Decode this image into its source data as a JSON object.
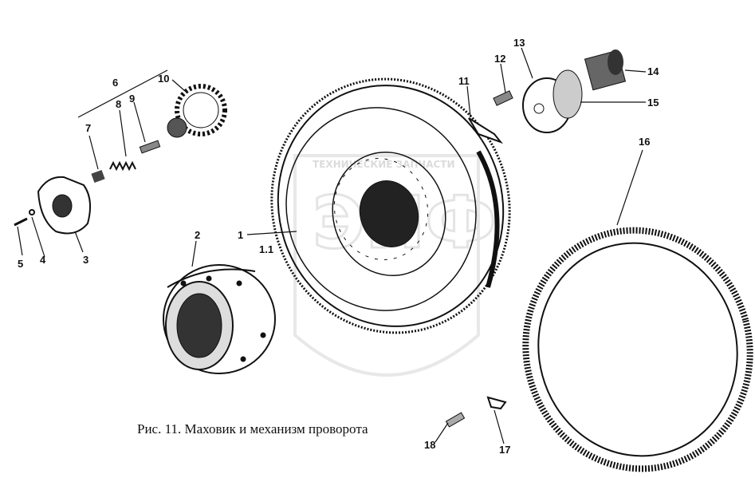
{
  "caption": "Рис. 11. Маховик и механизм проворота",
  "watermark": {
    "text": "ТЕХНИЧЕСКИЕ ЗАПЧАСТИ",
    "logo": "ЭПФ"
  },
  "callouts": {
    "c1": "1",
    "c1_1": "1.1",
    "c2": "2",
    "c3": "3",
    "c4": "4",
    "c5": "5",
    "c6": "6",
    "c7": "7",
    "c8": "8",
    "c9": "9",
    "c10": "10",
    "c11": "11",
    "c12": "12",
    "c13": "13",
    "c14": "14",
    "c15": "15",
    "c16": "16",
    "c17": "17",
    "c18": "18"
  },
  "colors": {
    "ink": "#111111",
    "paper": "#ffffff",
    "watermark": "#c8c8c8"
  }
}
